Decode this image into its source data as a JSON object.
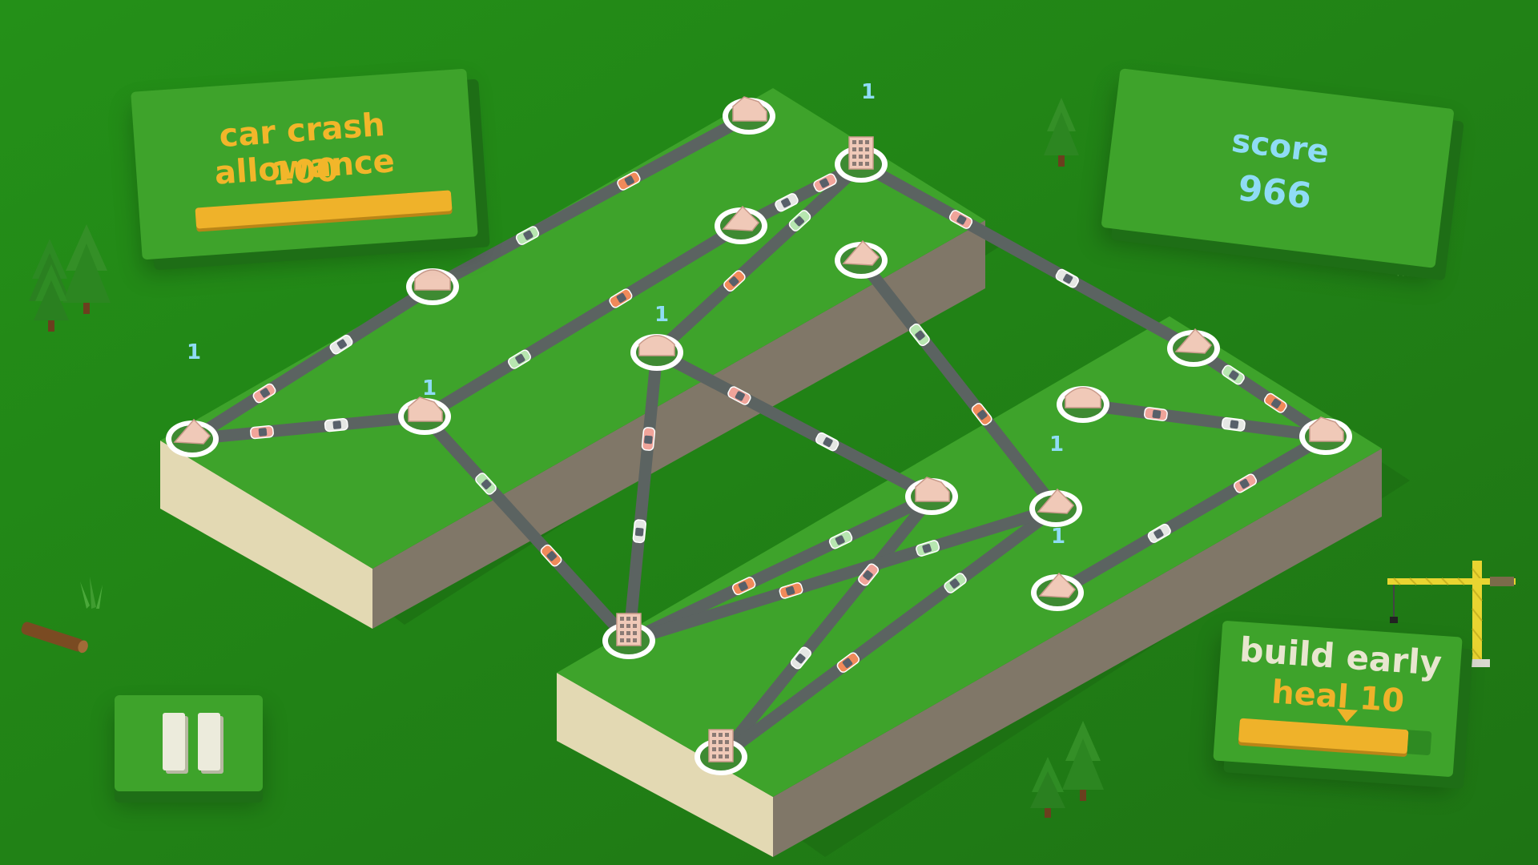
{
  "hud": {
    "crash_allowance_label": "car crash allowance",
    "crash_allowance_value": "100",
    "crash_allowance_fill": 1.0,
    "score_label": "score",
    "score_value": "966",
    "build_label": "build early",
    "build_heal": "heal 10",
    "build_progress": 0.88
  },
  "popups": [
    "1",
    "1",
    "1",
    "1",
    "1",
    "1"
  ],
  "icons": {
    "pause": "pause-icon",
    "crane": "crane-icon",
    "tree": "tree-icon",
    "car": "car-icon",
    "building_tower": "office-building-icon",
    "building_dome": "dome-building-icon",
    "building_house": "house-building-icon",
    "building_tent": "tent-building-icon"
  },
  "colors": {
    "background": "#23811a",
    "platform_top": "#3ea32b",
    "platform_side": "#807768",
    "platform_front": "#e3d9b3",
    "road": "#5b6361",
    "accent_gold": "#efb22a",
    "accent_blue": "#8fdcf5",
    "building": "#f0c9b8",
    "car_pink": "#f0a49a",
    "car_white": "#e5e7e4",
    "car_green": "#b7e6b0",
    "car_orange": "#f08a5a"
  }
}
